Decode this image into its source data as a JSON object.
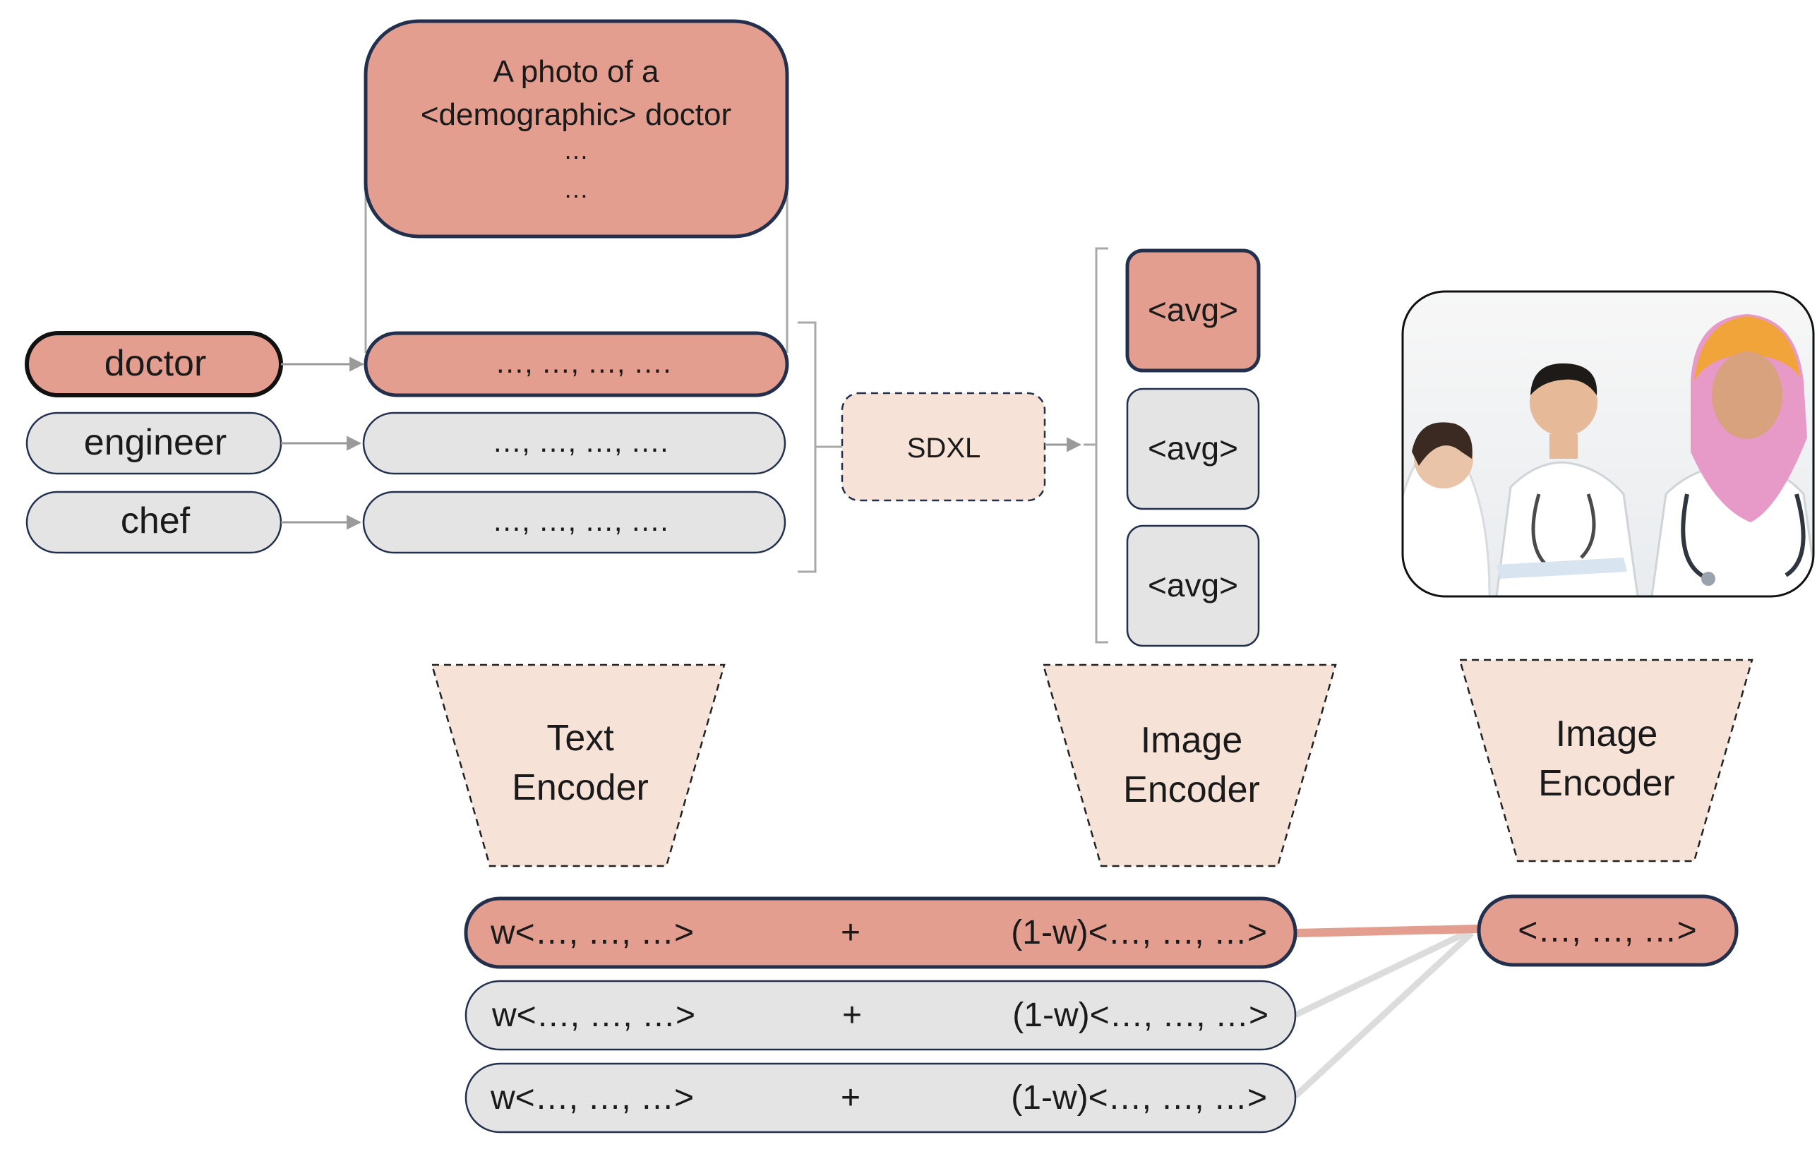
{
  "occupations": [
    "doctor",
    "engineer",
    "chef"
  ],
  "prompt": {
    "line1": "A photo of a",
    "line2": "<demographic>  doctor",
    "line3": "…",
    "line4": "…"
  },
  "prompt_rows": [
    "…, …, …, ….",
    "…, …, …, ….",
    "…, …, …, …."
  ],
  "sdxl_label": "SDXL",
  "avg_labels": [
    "<avg>",
    "<avg>",
    "<avg>"
  ],
  "encoders": {
    "text": [
      "Text",
      "Encoder"
    ],
    "image_middle": [
      "Image",
      "Encoder"
    ],
    "image_right": [
      "Image",
      "Encoder"
    ]
  },
  "combos": [
    {
      "left": "w<…, …, …>",
      "plus": "+",
      "right": "(1-w)<…, …, …>"
    },
    {
      "left": "w<…, …, …>",
      "plus": "+",
      "right": "(1-w)<…, …, …>"
    },
    {
      "left": "w<…, …, …>",
      "plus": "+",
      "right": "(1-w)<…, …, …>"
    }
  ],
  "query_embedding": "<…, …, …>",
  "photo_icon": "doctors-photo",
  "colors": {
    "salmon": "#E49E8F",
    "gray": "#E4E4E4",
    "peach": "#F6E2D7",
    "navy": "#22304E"
  }
}
